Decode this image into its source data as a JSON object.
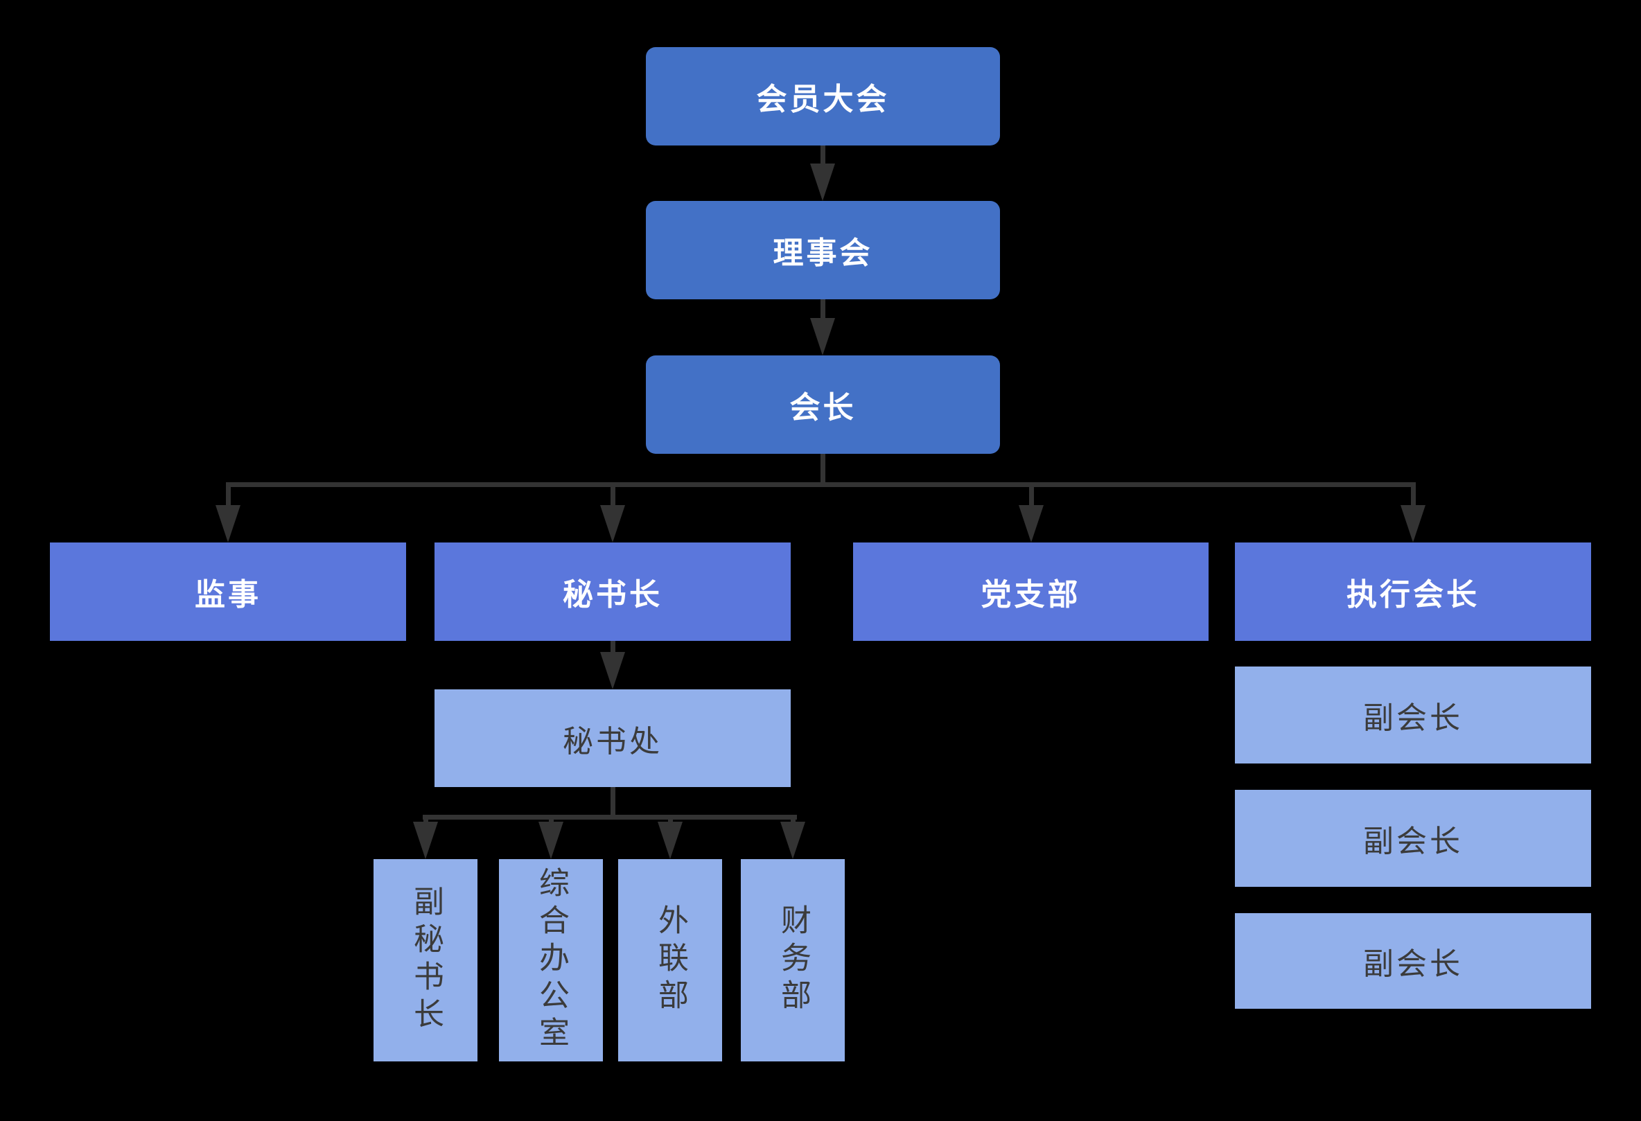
{
  "diagram": {
    "type": "org-chart",
    "colors": {
      "background": "#000000",
      "primary_box": "#4371C6",
      "secondary_box": "#5B77DC",
      "tertiary_box": "#92B0EB",
      "connector": "#333333",
      "light_text": "#FFFFFF",
      "dark_text": "#3B3B3B"
    },
    "nodes": {
      "member_assembly": {
        "label": "会员大会",
        "level": 1
      },
      "council": {
        "label": "理事会",
        "level": 2
      },
      "president": {
        "label": "会长",
        "level": 3
      },
      "supervisor": {
        "label": "监事",
        "level": 4
      },
      "secretary_general": {
        "label": "秘书长",
        "level": 4
      },
      "party_branch": {
        "label": "党支部",
        "level": 4
      },
      "executive_president": {
        "label": "执行会长",
        "level": 4
      },
      "secretariat": {
        "label": "秘书处",
        "level": 5
      },
      "deputy_secretary_general": {
        "label": "副秘书长",
        "level": 6
      },
      "general_office": {
        "label": "综合办公室",
        "level": 6
      },
      "external_relations_dept": {
        "label": "外联部",
        "level": 6
      },
      "finance_dept": {
        "label": "财务部",
        "level": 6
      },
      "vice_president_1": {
        "label": "副会长",
        "level": 5
      },
      "vice_president_2": {
        "label": "副会长",
        "level": 5
      },
      "vice_president_3": {
        "label": "副会长",
        "level": 5
      }
    },
    "edges": [
      "会员大会 -> 理事会",
      "理事会 -> 会长",
      "会长 -> 监事",
      "会长 -> 秘书长",
      "会长 -> 党支部",
      "会长 -> 执行会长",
      "秘书长 -> 秘书处",
      "秘书处 -> 副秘书长",
      "秘书处 -> 综合办公室",
      "秘书处 -> 外联部",
      "秘书处 -> 财务部"
    ]
  }
}
